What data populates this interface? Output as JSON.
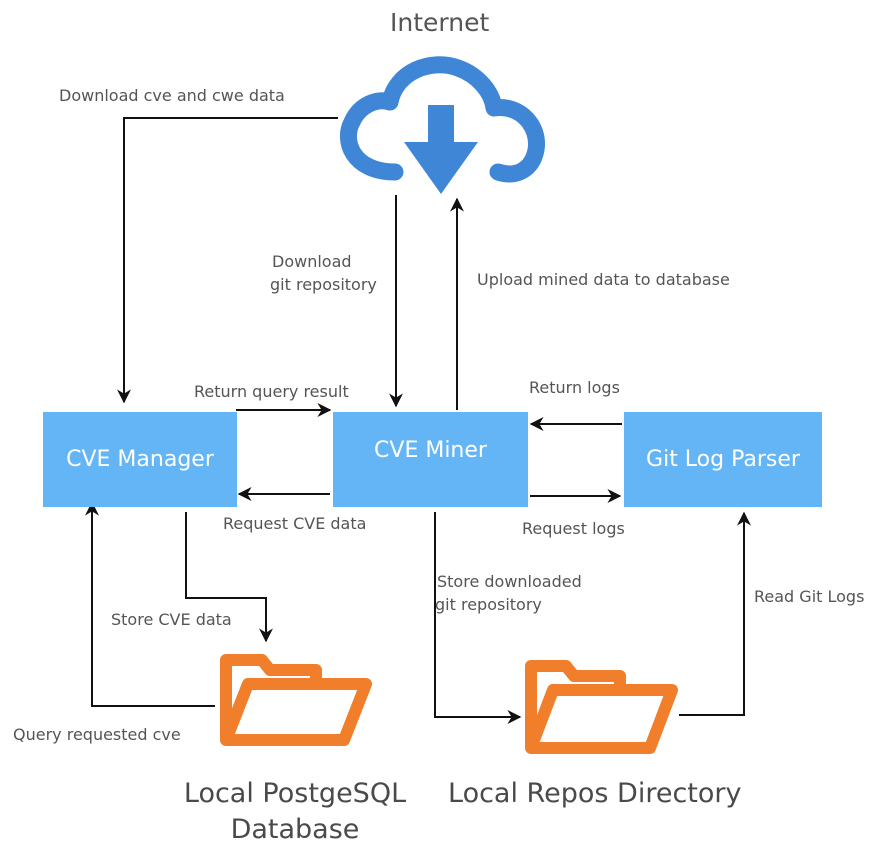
{
  "internet": {
    "label": "Internet"
  },
  "nodes": {
    "cve_manager": "CVE Manager",
    "cve_miner": "CVE Miner",
    "git_log_parser": "Git Log Parser"
  },
  "storage": {
    "postgres": {
      "line1": "Local PostgeSQL",
      "line2": "Database"
    },
    "repos": {
      "label": "Local Repos Directory"
    }
  },
  "edges": {
    "download_cve_cwe": "Download cve and cwe data",
    "download_git_1": "Download",
    "download_git_2": "git repository",
    "upload_mined": "Upload mined data to database",
    "return_query_result": "Return query result",
    "request_cve_data": "Request CVE data",
    "return_logs": "Return logs",
    "request_logs": "Request logs",
    "store_downloaded_1": "Store downloaded",
    "store_downloaded_2": "git repository",
    "store_cve_data": "Store CVE data",
    "read_git_logs": "Read Git Logs",
    "query_requested_cve": "Query requested cve"
  },
  "colors": {
    "box": "#64B5F6",
    "cloud": "#3F87D6",
    "folder": "#F07E2A",
    "line": "#111111"
  }
}
